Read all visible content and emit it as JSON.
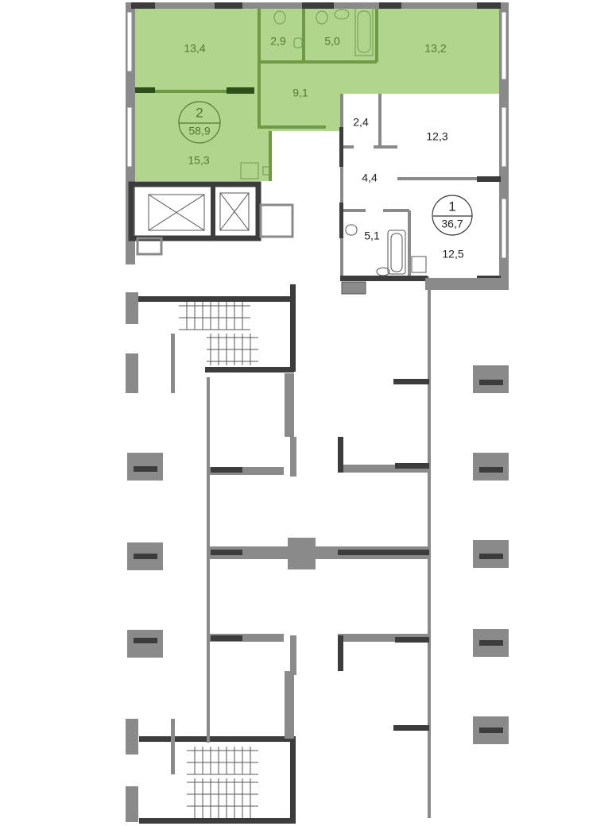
{
  "plan": {
    "colors": {
      "highlight": "#b1d58d",
      "highlight_wall": "#6e9a46",
      "highlight_text": "#4f7a2c",
      "wall_dark": "#3c3c3c",
      "wall_grey": "#8a8a8a"
    },
    "apartments": [
      {
        "number": "2",
        "area": "58,9",
        "highlighted": true,
        "rooms": [
          {
            "name": "room-13-4",
            "area": "13,4"
          },
          {
            "name": "wc-2-9",
            "area": "2,9"
          },
          {
            "name": "bath-5-0",
            "area": "5,0"
          },
          {
            "name": "room-13-2",
            "area": "13,2"
          },
          {
            "name": "hall-9-1",
            "area": "9,1"
          },
          {
            "name": "kitchen-15-3",
            "area": "15,3"
          }
        ]
      },
      {
        "number": "1",
        "area": "36,7",
        "highlighted": false,
        "rooms": [
          {
            "name": "storage-2-4",
            "area": "2,4"
          },
          {
            "name": "room-12-3",
            "area": "12,3"
          },
          {
            "name": "hall-4-4",
            "area": "4,4"
          },
          {
            "name": "bath-5-1",
            "area": "5,1"
          },
          {
            "name": "kitchen-12-5",
            "area": "12,5"
          }
        ]
      }
    ]
  }
}
